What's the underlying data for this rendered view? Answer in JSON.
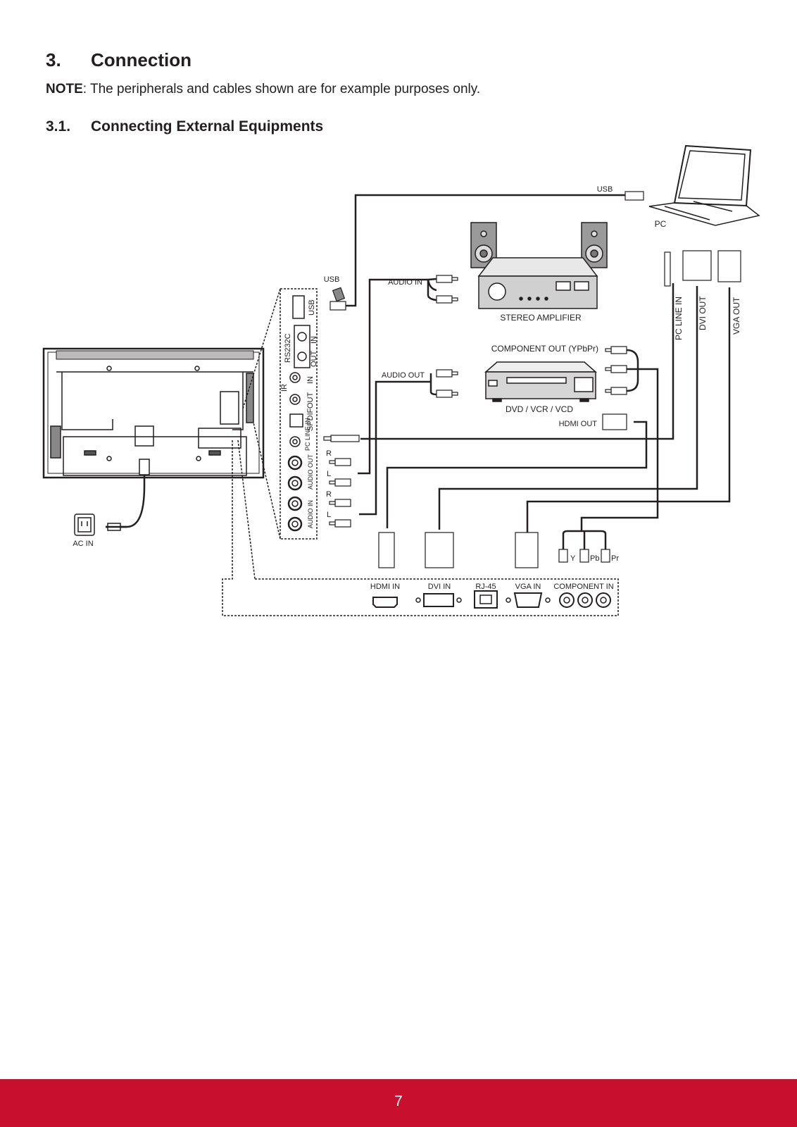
{
  "section": {
    "number": "3.",
    "title": "Connection"
  },
  "note": {
    "label": "NOTE",
    "text": ": The peripherals and cables shown are for example purposes only."
  },
  "subsection": {
    "number": "3.1.",
    "title": "Connecting External Equipments"
  },
  "diagram": {
    "devices": {
      "pc": "PC",
      "amplifier": "STEREO AMPLIFIER",
      "dvd": "DVD / VCR / VCD",
      "ac_in": "AC IN"
    },
    "cable_labels": {
      "usb_cable": "USB",
      "usb_plug": "USB",
      "audio_in": "AUDIO IN",
      "audio_out": "AUDIO OUT",
      "component_out": "COMPONENT OUT (YPbPr)",
      "hdmi_out": "HDMI OUT",
      "pc_line_in": "PC LINE IN",
      "dvi_out": "DVI OUT",
      "vga_out": "VGA OUT",
      "r1": "R",
      "l1": "L",
      "r2": "R",
      "l2": "L",
      "y": "Y",
      "pb": "Pb",
      "pr": "Pr"
    },
    "side_panel": {
      "usb": "USB",
      "rs232c": "RS232C",
      "rs_out": "OUT",
      "rs_in": "IN",
      "ir": "IR",
      "ir_in": "IN",
      "ir_out": "OUT",
      "spdif": "SPDIF",
      "pc_line_in": "PC LINE IN",
      "audio_out": "AUDIO OUT",
      "audio_in": "AUDIO IN"
    },
    "bottom_panel": {
      "hdmi_in": "HDMI IN",
      "dvi_in": "DVI IN",
      "rj45": "RJ-45",
      "vga_in": "VGA IN",
      "component_in": "COMPONENT IN"
    }
  },
  "footer": {
    "page_number": "7",
    "color": "#c8102e"
  }
}
